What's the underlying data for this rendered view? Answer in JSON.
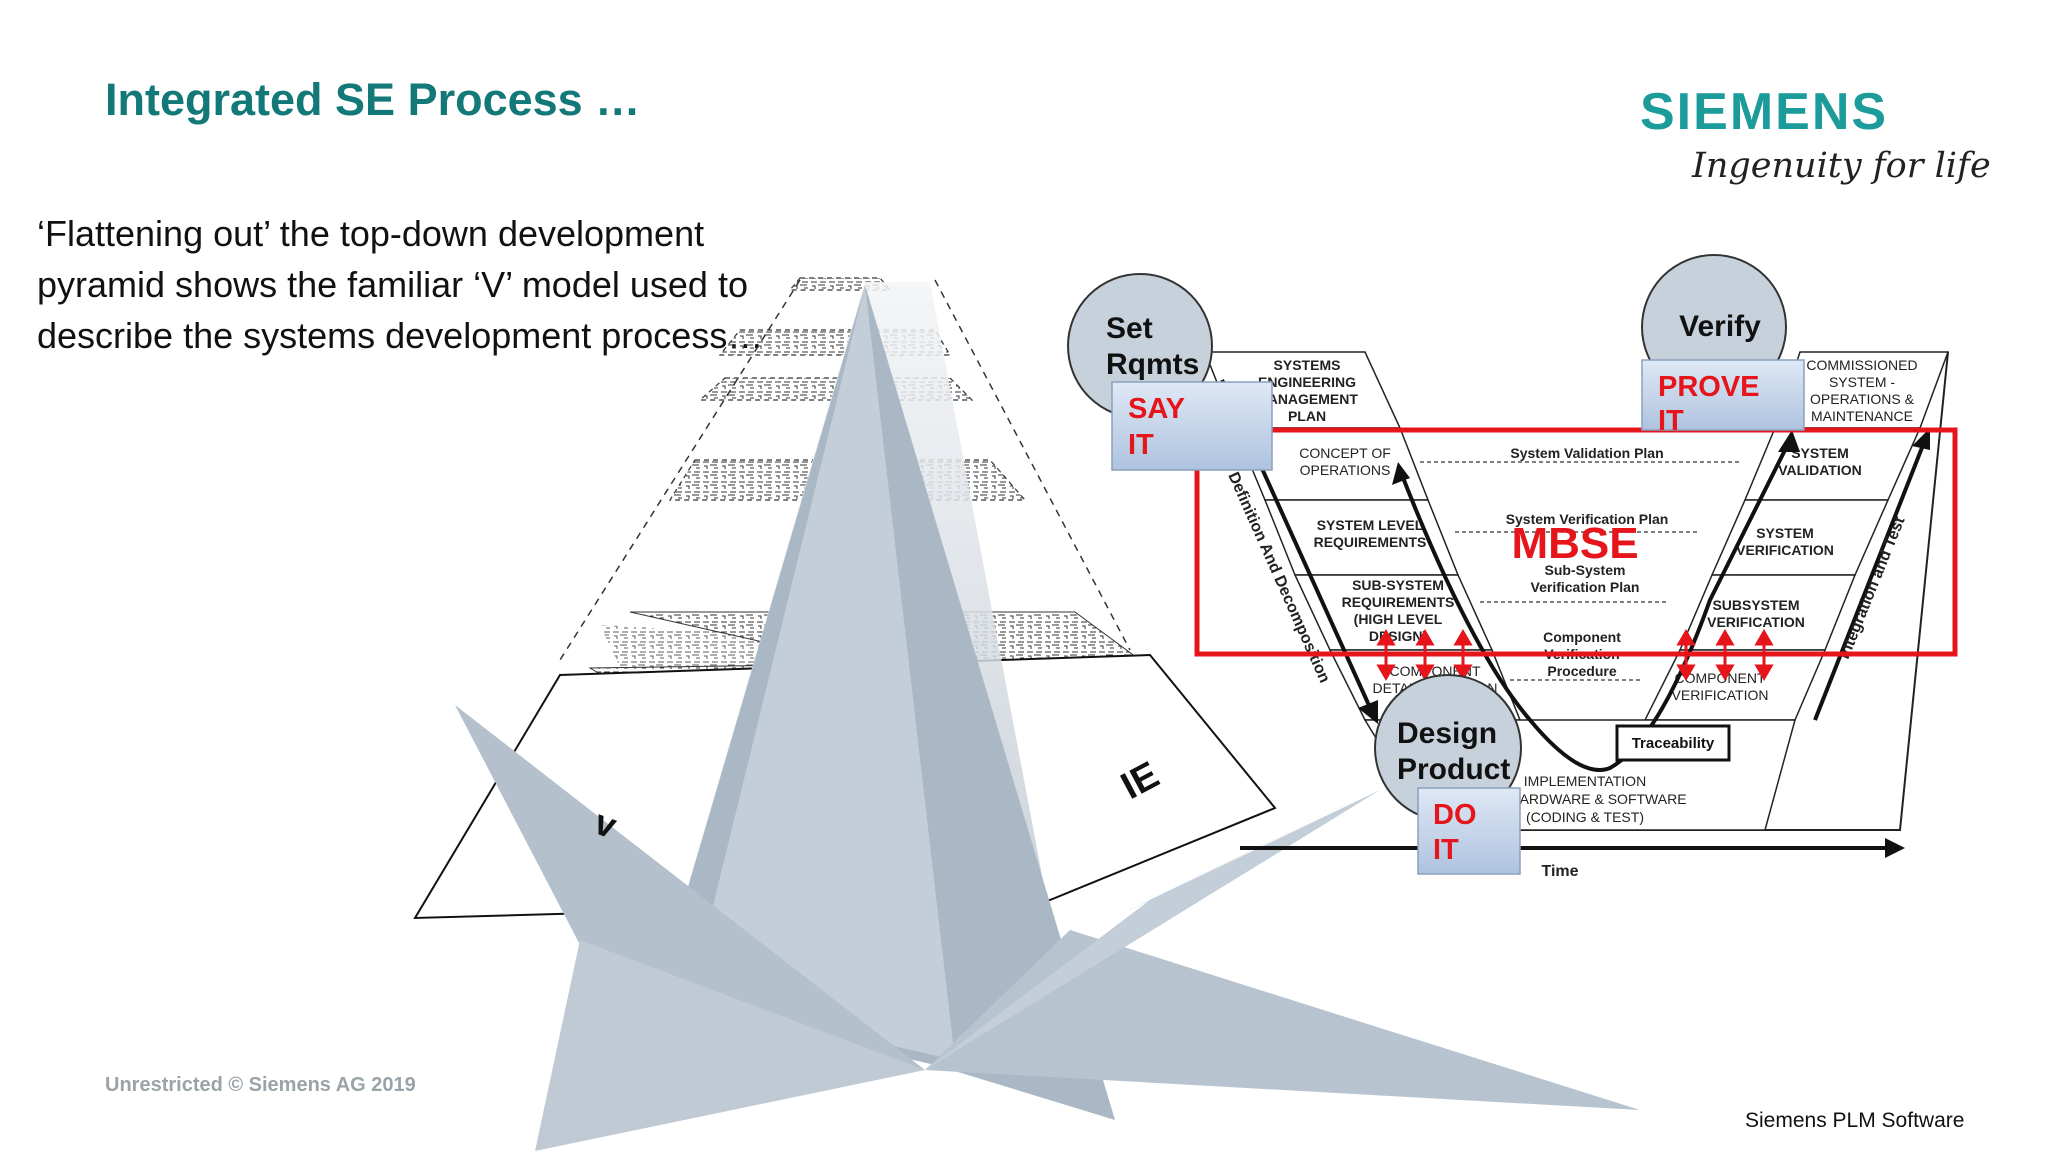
{
  "slide": {
    "title": "Integrated SE Process …",
    "logo": "SIEMENS",
    "tagline": "Ingenuity for life",
    "body": "‘Flattening out’ the top-down development pyramid shows the familiar ‘V’ model used to describe the systems development process…",
    "footer_left": "Unrestricted © Siemens AG 2019",
    "footer_right": "Siemens PLM Software"
  },
  "pyramid": {
    "side_label": "IE",
    "side_label_partial": "v"
  },
  "v_model": {
    "left_boxes": [
      [
        "SYSTEMS",
        "ENGINEERING",
        "MANAGEMENT",
        "PLAN"
      ],
      [
        "CONCEPT OF",
        "OPERATIONS"
      ],
      [
        "SYSTEM LEVEL",
        "REQUIREMENTS"
      ],
      [
        "SUB-SYSTEM",
        "REQUIREMENTS",
        "(HIGH LEVEL",
        "DESIGN)"
      ],
      [
        "COMPONENT",
        "DETAILED DESIGN"
      ]
    ],
    "right_boxes": [
      [
        "COMMISSIONED",
        "SYSTEM -",
        "OPERATIONS &",
        "MAINTENANCE"
      ],
      [
        "SYSTEM",
        "VALIDATION"
      ],
      [
        "SYSTEM",
        "VERIFICATION"
      ],
      [
        "SUBSYSTEM",
        "VERIFICATION"
      ],
      [
        "COMPONENT",
        "VERIFICATION"
      ]
    ],
    "plans": [
      [
        "System Validation Plan"
      ],
      [
        "System Verification Plan"
      ],
      [
        "Sub-System",
        "Verification Plan"
      ],
      [
        "Component",
        "Verification",
        "Procedure"
      ]
    ],
    "bottom_box": [
      "IMPLEMENTATION",
      "HARDWARE & SOFTWARE",
      "(CODING & TEST)"
    ],
    "traceability": "Traceability",
    "left_axis_label": "Definition And Decomposition",
    "right_axis_label": "Integration and Test",
    "time_label": "Time",
    "mbse_label": "MBSE"
  },
  "callouts": {
    "set_rqmts": [
      "Set",
      "Rqmts"
    ],
    "say_it": [
      "SAY",
      "IT"
    ],
    "verify": "Verify",
    "prove_it": [
      "PROVE",
      "IT"
    ],
    "design_product": [
      "Design",
      "Product"
    ],
    "do_it": [
      "DO",
      "IT"
    ]
  },
  "colors": {
    "title": "#127878",
    "logo": "#1c9b9b",
    "mbse_red": "#e5151b",
    "callout_circle": "#c7d1db",
    "callout_box": "#c5d6ec",
    "pyramid_shape": "#a7b4c2"
  }
}
